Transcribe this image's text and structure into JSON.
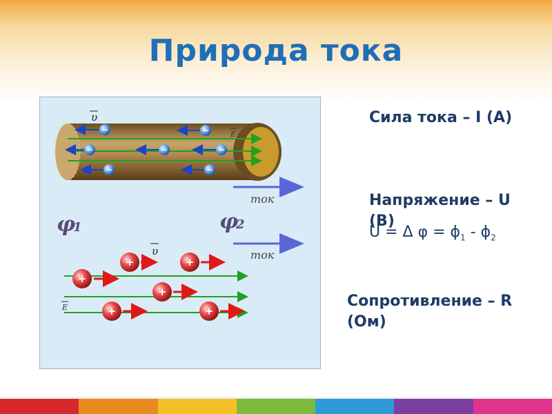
{
  "slide": {
    "title": "Природа тока"
  },
  "figure": {
    "labels": {
      "velocity": "υ",
      "field": "E",
      "current_top": "ток",
      "current_bottom": "ток",
      "phi1": "φ",
      "phi1_sub": "1",
      "phi2": "φ",
      "phi2_sub": "2",
      "minus_sign": "−",
      "plus_sign": "+"
    },
    "colors": {
      "background": "#d9ebf6",
      "conductor": "#8b6b3a",
      "electron": "#3a7fd6",
      "ion": "#d8262c",
      "arrow_blue": "#1a45c8",
      "arrow_green": "#1ea21e",
      "arrow_red": "#e01818"
    }
  },
  "notes": {
    "current_strength": "Сила тока – I (А)",
    "voltage_label": "Напряжение – U (В)",
    "voltage_formula_main": "U = Δ φ = ϕ",
    "voltage_formula_sub1": "1",
    "voltage_formula_mid": " - ϕ",
    "voltage_formula_sub2": "2",
    "resistance": "Сопротивление – R (Ом)"
  },
  "footer": {
    "strip_colors": [
      "#d8282c",
      "#e98a1e",
      "#f3c125",
      "#7cba3c",
      "#2e9ad8",
      "#7a3fa0",
      "#e0348c"
    ]
  }
}
